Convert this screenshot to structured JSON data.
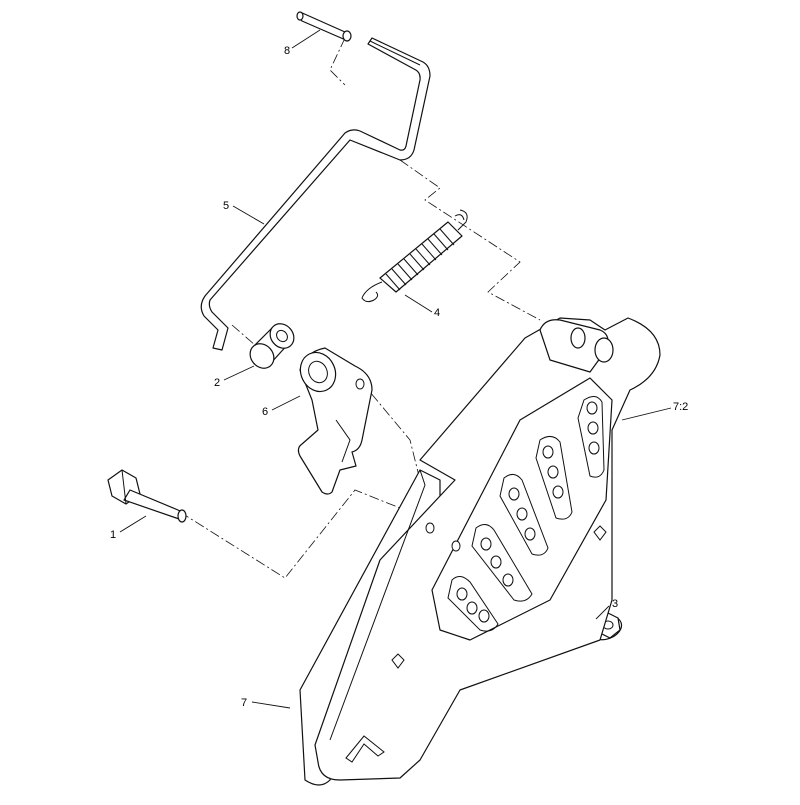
{
  "callouts": {
    "c1": "1",
    "c2": "2",
    "c3": "3",
    "c4": "4",
    "c5": "5",
    "c6": "6",
    "c7": "7",
    "c72": "7:2",
    "c8": "8"
  }
}
